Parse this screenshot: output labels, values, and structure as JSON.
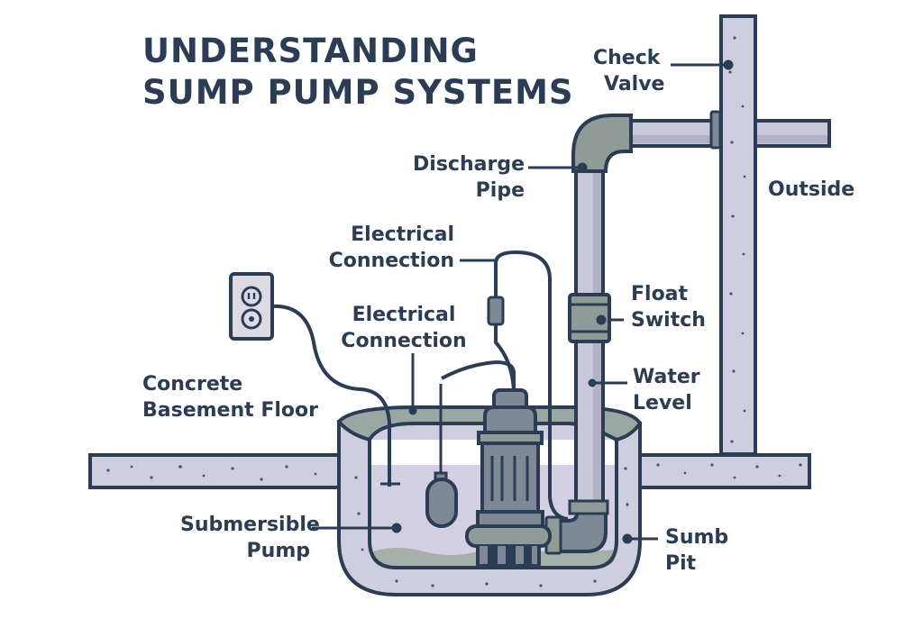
{
  "title": {
    "line1": "UNDERSTANDING",
    "line2": "SUMP PUMP SYSTEMS"
  },
  "labels": {
    "check_valve": {
      "line1": "Check",
      "line2": "Valve"
    },
    "discharge_pipe": {
      "line1": "Discharge",
      "line2": "Pipe"
    },
    "outside": {
      "line1": "Outside"
    },
    "electrical_connection_top": {
      "line1": "Electrical",
      "line2": "Connection"
    },
    "electrical_connection_mid": {
      "line1": "Electrical",
      "line2": "Connection"
    },
    "float_switch": {
      "line1": "Float",
      "line2": "Switch"
    },
    "water_level": {
      "line1": "Water",
      "line2": "Level"
    },
    "concrete_floor": {
      "line1": "Concrete",
      "line2": "Basement Floor"
    },
    "submersible_pump": {
      "line1": "Submersible",
      "line2": "Pump"
    },
    "sump_pit": {
      "line1": "Sumb",
      "line2": "Pit"
    }
  },
  "colors": {
    "outline": "#2b3d55",
    "concrete": "#cfcde0",
    "water": "#d3d0e3",
    "pipe": "#c9c7da",
    "pump_metal": "#7d8a96",
    "elbow": "#8e9b97",
    "sediment": "#a4b0a8",
    "rim": "#9aa8a3"
  },
  "icons": {
    "outlet": "wall-outlet-icon",
    "pump": "submersible-pump-icon",
    "float": "float-ball-icon"
  }
}
